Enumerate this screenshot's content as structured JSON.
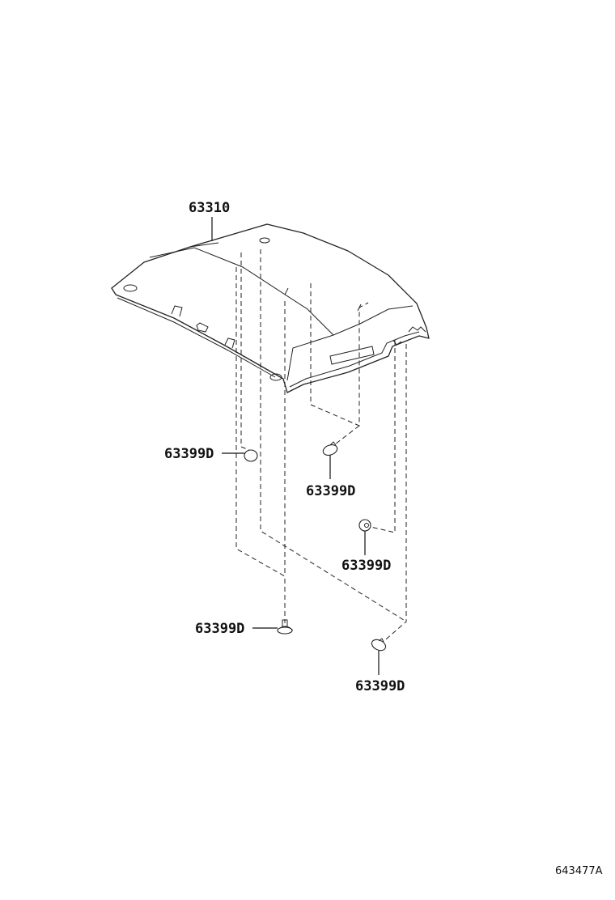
{
  "parts": {
    "headliner": {
      "number": "63310",
      "icon": "roof-headliner-icon"
    },
    "clips": [
      {
        "number": "63399D",
        "icon": "round-clip-icon"
      },
      {
        "number": "63399D",
        "icon": "round-clip-icon"
      },
      {
        "number": "63399D",
        "icon": "round-clip-icon"
      },
      {
        "number": "63399D",
        "icon": "push-clip-icon"
      },
      {
        "number": "63399D",
        "icon": "round-clip-icon"
      }
    ]
  },
  "illustration_id": "643477A"
}
